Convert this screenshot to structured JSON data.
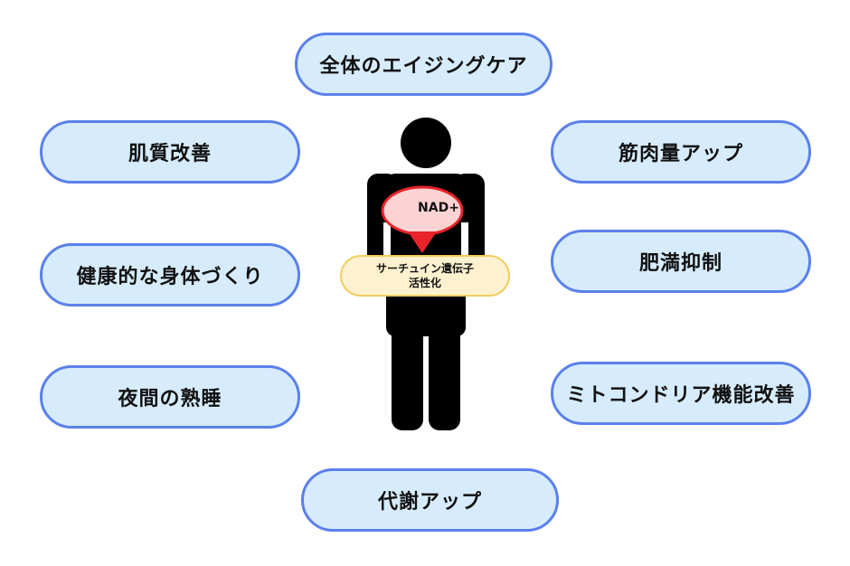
{
  "center": {
    "nad_label": "NAD+",
    "gene_line1": "サーチュイン遺伝子",
    "gene_line2": "活性化"
  },
  "benefits": {
    "top": "全体のエイジングケア",
    "left_1": "肌質改善",
    "left_2": "健康的な身体づくり",
    "left_3": "夜間の熟睡",
    "right_1": "筋肉量アップ",
    "right_2": "肥満抑制",
    "right_3": "ミトコンドリア機能改善",
    "bottom": "代謝アップ"
  },
  "colors": {
    "pill_fill": "#d6ecfc",
    "pill_border": "#5b80ea",
    "figure": "#000000",
    "nad_fill": "#fbd3d3",
    "nad_border": "#e8232a",
    "gene_fill": "#fdf1cf",
    "gene_border": "#f2cc5c"
  },
  "icons": {
    "center_figure": "person-silhouette-icon"
  }
}
